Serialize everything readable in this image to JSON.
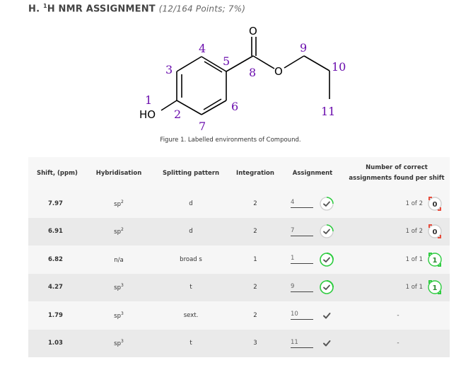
{
  "heading": {
    "letter": "H.",
    "superscript": "1",
    "title": "H NMR ASSIGNMENT",
    "points": "(12/164 Points; 7%)"
  },
  "figure": {
    "caption": "Figure 1. Labelled environments of Compound.",
    "labels": {
      "l1": "1",
      "l2": "2",
      "l3": "3",
      "l4": "4",
      "l5": "5",
      "l6": "6",
      "l7": "7",
      "l8": "8",
      "l9": "9",
      "l10": "10",
      "l11": "11"
    },
    "atoms": {
      "ho": "HO",
      "o_carbonyl": "O",
      "o_ester": "O"
    },
    "label_color": "#6a0dad"
  },
  "table": {
    "headers": {
      "shift": "Shift, (ppm)",
      "hybridisation": "Hybridisation",
      "splitting": "Splitting pattern",
      "integration": "Integration",
      "assignment": "Assignment",
      "found": "Number of correct assignments found per shift"
    },
    "rows": [
      {
        "shift": "7.97",
        "hyb": "sp",
        "hyb_sup": "2",
        "split": "d",
        "integ": "2",
        "answer": "4",
        "mark": "circle-check",
        "found": "1 of 2",
        "badge": "0"
      },
      {
        "shift": "6.91",
        "hyb": "sp",
        "hyb_sup": "2",
        "split": "d",
        "integ": "2",
        "answer": "7",
        "mark": "circle-check",
        "found": "1 of 2",
        "badge": "0"
      },
      {
        "shift": "6.82",
        "hyb": "n/a",
        "hyb_sup": "",
        "split": "broad s",
        "integ": "1",
        "answer": "1",
        "mark": "circle-check-bold",
        "found": "1 of 1",
        "badge": "1"
      },
      {
        "shift": "4.27",
        "hyb": "sp",
        "hyb_sup": "3",
        "split": "t",
        "integ": "2",
        "answer": "9",
        "mark": "circle-check-bold",
        "found": "1 of 1",
        "badge": "1"
      },
      {
        "shift": "1.79",
        "hyb": "sp",
        "hyb_sup": "3",
        "split": "sext.",
        "integ": "2",
        "answer": "10",
        "mark": "check",
        "found": "-",
        "badge": ""
      },
      {
        "shift": "1.03",
        "hyb": "sp",
        "hyb_sup": "3",
        "split": "t",
        "integ": "3",
        "answer": "11",
        "mark": "check",
        "found": "-",
        "badge": ""
      }
    ]
  },
  "colors": {
    "accent_green": "#2ecc40",
    "accent_red": "#e74c3c",
    "badge_grey": "#cfcfcf"
  }
}
